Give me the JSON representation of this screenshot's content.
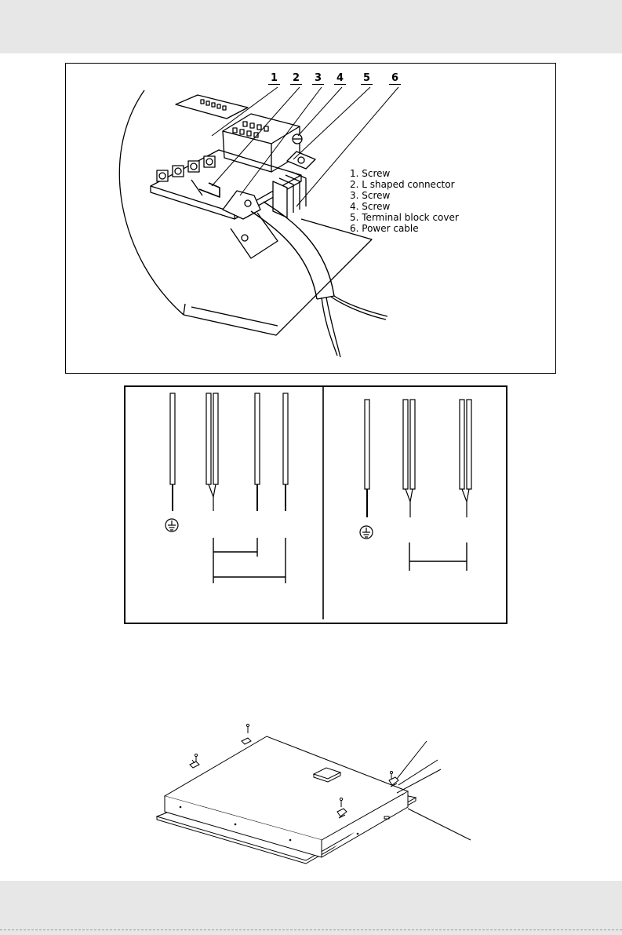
{
  "figure1": {
    "callouts": [
      "1",
      "2",
      "3",
      "4",
      "5",
      "6"
    ],
    "legend": [
      "1. Screw",
      "2. L shaped connector",
      "3. Screw",
      "4. Screw",
      "5. Terminal block cover",
      "6. Power cable"
    ]
  },
  "figure2": {
    "left_panel": {
      "ground_icon": "earth-ground-icon"
    },
    "right_panel": {
      "ground_icon": "earth-ground-icon"
    }
  },
  "figure3": {
    "icons": [
      "screw-icon",
      "mounting-bracket-icon"
    ]
  }
}
